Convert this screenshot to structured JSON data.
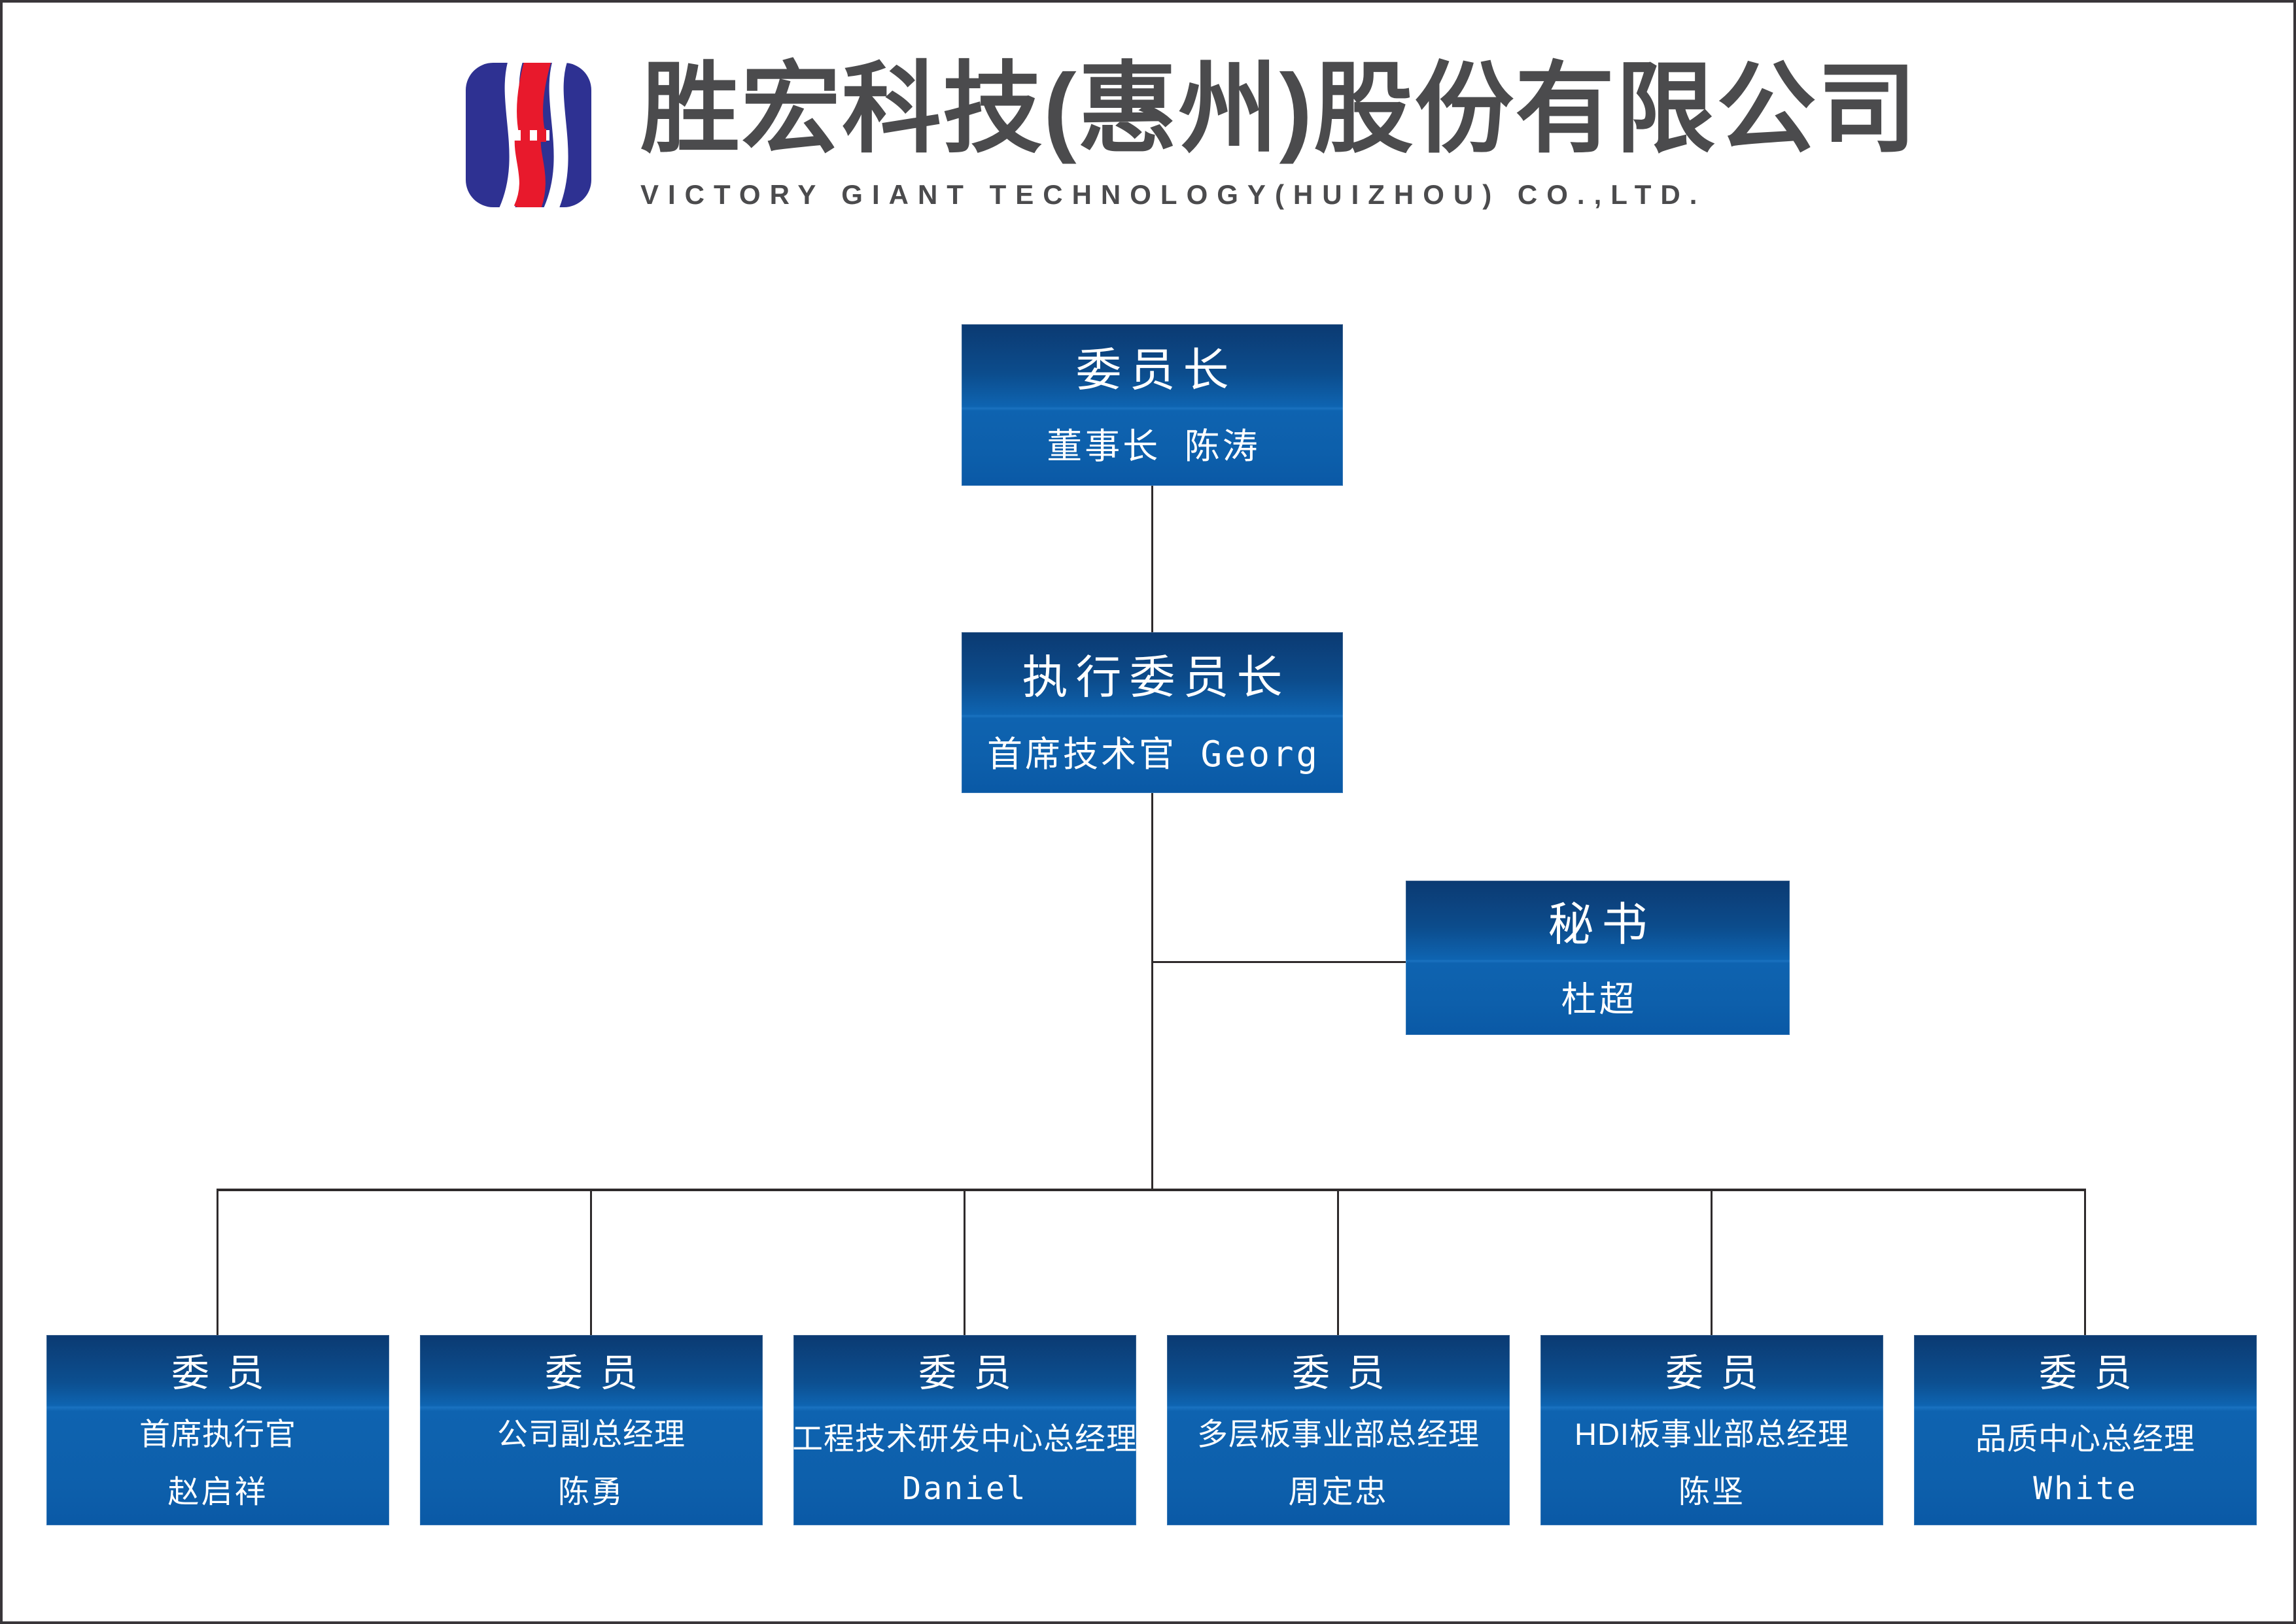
{
  "header": {
    "company_name_zh": "胜宏科技(惠州)股份有限公司",
    "company_name_en": "VICTORY GIANT TECHNOLOGY(HUIZHOU) CO.,LTD."
  },
  "logo": {
    "icon": "victory-giant-s-mark",
    "blue": "#2E3192",
    "red": "#E8192C"
  },
  "chart": {
    "line_color": "#2e2a2b",
    "box_gradient_top": "#0b3a72",
    "box_gradient_light": "#0e64b1",
    "box_gradient_bottom": "#0a59a6",
    "nodes": {
      "chairman": {
        "title": "委员长",
        "subtitle": "董事长 陈涛"
      },
      "executive": {
        "title": "执行委员长",
        "subtitle": "首席技术官 Georg"
      },
      "secretary": {
        "title": "秘书",
        "subtitle": "杜超"
      },
      "members": [
        {
          "title": "委员",
          "role": "首席执行官",
          "name": "赵启祥"
        },
        {
          "title": "委员",
          "role": "公司副总经理",
          "name": "陈勇"
        },
        {
          "title": "委员",
          "role": "工程技术研发中心总经理",
          "name": "Daniel"
        },
        {
          "title": "委员",
          "role": "多层板事业部总经理",
          "name": "周定忠"
        },
        {
          "title": "委员",
          "role": "HDI板事业部总经理",
          "name": "陈坚"
        },
        {
          "title": "委员",
          "role": "品质中心总经理",
          "name": "White"
        }
      ]
    }
  }
}
